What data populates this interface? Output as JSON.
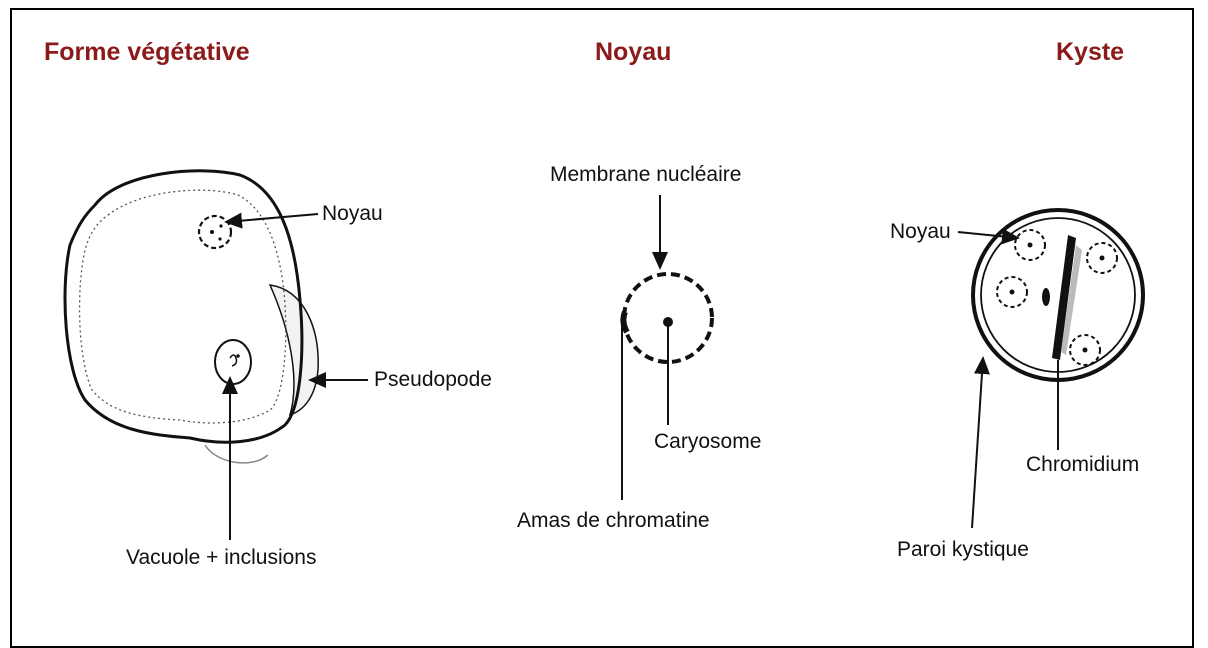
{
  "titles": {
    "left": "Forme végétative",
    "middle": "Noyau",
    "right": "Kyste"
  },
  "left_panel": {
    "noyau": "Noyau",
    "pseudopode": "Pseudopode",
    "vacuole": "Vacuole + inclusions"
  },
  "middle_panel": {
    "membrane": "Membrane nucléaire",
    "caryosome": "Caryosome",
    "amas": "Amas de chromatine"
  },
  "right_panel": {
    "noyau": "Noyau",
    "chromidium": "Chromidium",
    "paroi": "Paroi kystique"
  },
  "colors": {
    "title": "#8b1a1a",
    "ink": "#111111"
  }
}
